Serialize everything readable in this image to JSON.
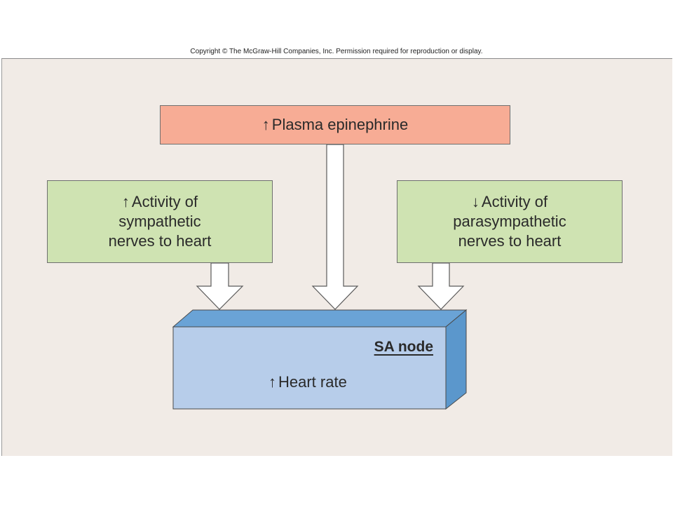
{
  "copyright": "Copyright © The McGraw-Hill Companies, Inc. Permission required for reproduction or display.",
  "boxes": {
    "epinephrine": {
      "arrow": "↑",
      "label": "Plasma epinephrine"
    },
    "sympathetic": {
      "arrow": "↑",
      "line1": "Activity of",
      "line2": "sympathetic",
      "line3": "nerves to heart"
    },
    "parasympathetic": {
      "arrow": "↓",
      "line1": "Activity of",
      "line2": "parasympathetic",
      "line3": "nerves to heart"
    }
  },
  "sa_node": {
    "title": "SA node",
    "arrow": "↑",
    "effect": "Heart rate"
  },
  "colors": {
    "background_panel": "#f1ebe6",
    "epinephrine_box": "#f7ac95",
    "nerve_boxes": "#cfe3b2",
    "sa_front": "#b7cdea",
    "sa_top": "#6aa3d6",
    "sa_side": "#5b97cc",
    "arrows": "#ffffff"
  }
}
